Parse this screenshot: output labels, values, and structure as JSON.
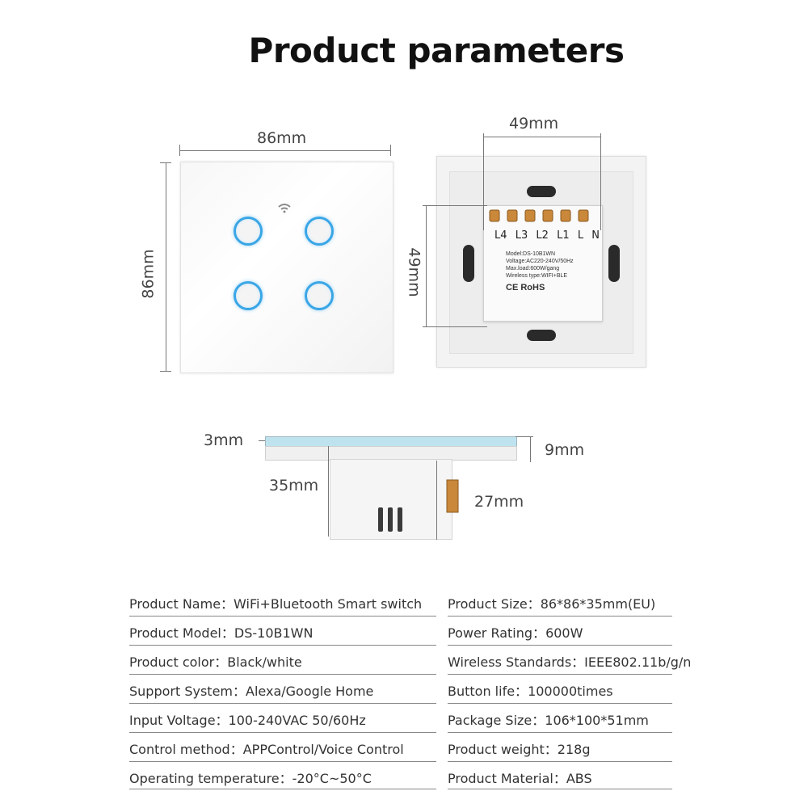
{
  "title": "Product parameters",
  "dimensions": {
    "front_width": "86mm",
    "front_height": "86mm",
    "back_width": "49mm",
    "back_height": "49mm",
    "glass_thickness": "3mm",
    "total_depth": "35mm",
    "panel_thickness": "9mm",
    "box_depth": "27mm"
  },
  "terminals": [
    "L4",
    "L3",
    "L2",
    "L1",
    "L",
    "N"
  ],
  "label": {
    "model": "Model:DS-10B1WN",
    "voltage": "Voltage:AC220-240V/50Hz",
    "max_load": "Max.load:600W/gang",
    "wireless": "Wireless type:WIFI+BLE",
    "certs": "CE RoHS"
  },
  "specs_left": [
    {
      "label": "Product Name：",
      "value": "WiFi+Bluetooth Smart switch"
    },
    {
      "label": "Product Model：",
      "value": "DS-10B1WN"
    },
    {
      "label": "Product color：",
      "value": "Black/white"
    },
    {
      "label": "Support System：",
      "value": "Alexa/Google Home"
    },
    {
      "label": "Input Voltage：",
      "value": "100-240VAC 50/60Hz"
    },
    {
      "label": "Control method：",
      "value": "APPControl/Voice Control"
    },
    {
      "label": "Operating temperature：",
      "value": "-20°C~50°C"
    }
  ],
  "specs_right": [
    {
      "label": "Product Size：",
      "value": "86*86*35mm(EU)"
    },
    {
      "label": "Power Rating：",
      "value": "600W"
    },
    {
      "label": "Wireless Standards：",
      "value": "IEEE802.11b/g/n"
    },
    {
      "label": "Button life：",
      "value": "100000times"
    },
    {
      "label": "Package Size：",
      "value": "106*100*51mm"
    },
    {
      "label": "Product weight：",
      "value": "218g"
    },
    {
      "label": "Product Material：",
      "value": "ABS"
    }
  ]
}
